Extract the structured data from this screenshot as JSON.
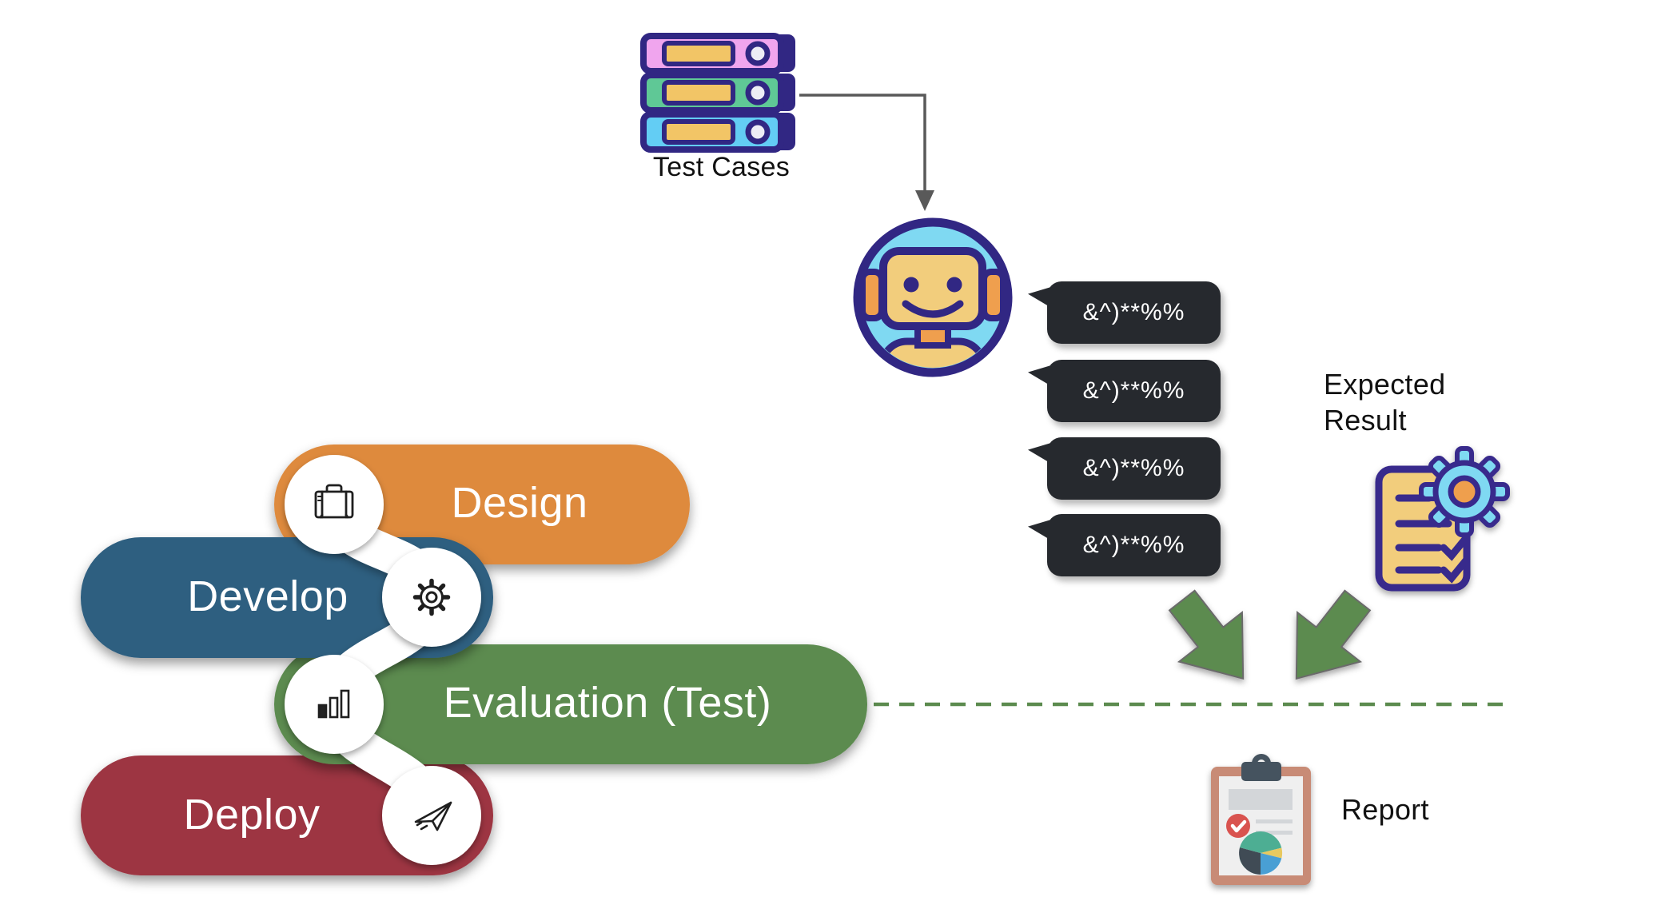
{
  "labels": {
    "test_cases": "Test Cases",
    "expected_result": "Expected Result",
    "report": "Report"
  },
  "bubbles": [
    "&^)**%%",
    "&^)**%%",
    "&^)**%%",
    "&^)**%%"
  ],
  "pipeline": {
    "stages": [
      {
        "label": "Design",
        "color": "#DE8A3E",
        "icon": "briefcase-icon"
      },
      {
        "label": "Develop",
        "color": "#2F5F80",
        "icon": "gear-icon"
      },
      {
        "label": "Evaluation (Test)",
        "color": "#5C8B4F",
        "icon": "bar-chart-icon"
      },
      {
        "label": "Deploy",
        "color": "#9D3642",
        "icon": "paper-plane-icon"
      }
    ]
  },
  "colors": {
    "bubble_bg": "#26292E",
    "connector_white": "#FFFFFF",
    "dashed_line": "#5C8B4F",
    "flow_arrow": "#595959",
    "merge_arrow": "#5C8B4F",
    "icon_outline_navy": "#312783",
    "binder_pink": "#F0A5EE",
    "binder_green": "#5FC896",
    "binder_blue": "#63CDF4",
    "binder_label_yellow": "#F2C566",
    "robot_face_yellow": "#F2CD7C",
    "robot_bg_blue": "#7FD9F2",
    "robot_orange": "#EF9F4E",
    "clipboard_frame": "#C88B76",
    "clipboard_clip": "#45535E",
    "clipboard_check_red": "#D9534F"
  }
}
